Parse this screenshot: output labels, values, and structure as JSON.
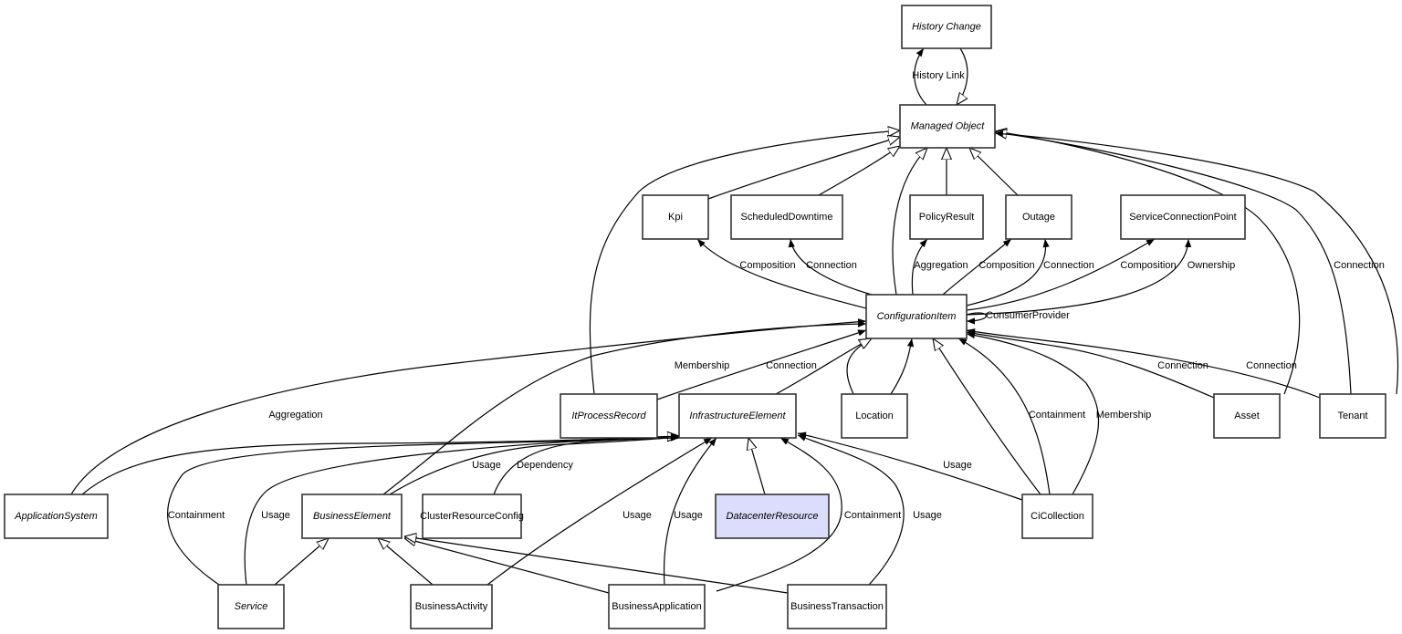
{
  "diagram": {
    "type": "class-relationship-diagram",
    "highlight_color": "#dcdcfc",
    "node_fill": "#ffffff",
    "nodes": [
      {
        "id": "history-change",
        "label": "History Change",
        "abstract": true
      },
      {
        "id": "managed-object",
        "label": "Managed Object",
        "abstract": true
      },
      {
        "id": "kpi",
        "label": "Kpi",
        "abstract": false
      },
      {
        "id": "scheduled-downtime",
        "label": "ScheduledDowntime",
        "abstract": false
      },
      {
        "id": "policy-result",
        "label": "PolicyResult",
        "abstract": false
      },
      {
        "id": "outage",
        "label": "Outage",
        "abstract": false
      },
      {
        "id": "service-connection-point",
        "label": "ServiceConnectionPoint",
        "abstract": false
      },
      {
        "id": "configuration-item",
        "label": "ConfigurationItem",
        "abstract": true
      },
      {
        "id": "it-process-record",
        "label": "ItProcessRecord",
        "abstract": true
      },
      {
        "id": "infrastructure-element",
        "label": "InfrastructureElement",
        "abstract": true
      },
      {
        "id": "location",
        "label": "Location",
        "abstract": false
      },
      {
        "id": "asset",
        "label": "Asset",
        "abstract": false
      },
      {
        "id": "tenant",
        "label": "Tenant",
        "abstract": false
      },
      {
        "id": "application-system",
        "label": "ApplicationSystem",
        "abstract": true
      },
      {
        "id": "business-element",
        "label": "BusinessElement",
        "abstract": true
      },
      {
        "id": "cluster-resource-config",
        "label": "ClusterResourceConfig",
        "abstract": false
      },
      {
        "id": "datacenter-resource",
        "label": "DatacenterResource",
        "abstract": true,
        "highlighted": true
      },
      {
        "id": "ci-collection",
        "label": "CiCollection",
        "abstract": false
      },
      {
        "id": "service",
        "label": "Service",
        "abstract": true
      },
      {
        "id": "business-activity",
        "label": "BusinessActivity",
        "abstract": false
      },
      {
        "id": "business-application",
        "label": "BusinessApplication",
        "abstract": false
      },
      {
        "id": "business-transaction",
        "label": "BusinessTransaction",
        "abstract": false
      }
    ],
    "edges": [
      {
        "from": "managed-object",
        "to": "history-change",
        "kind": "association",
        "label": "History Link"
      },
      {
        "from": "history-change",
        "to": "managed-object",
        "kind": "inheritance",
        "label": ""
      },
      {
        "from": "it-process-record",
        "to": "managed-object",
        "kind": "inheritance",
        "label": ""
      },
      {
        "from": "kpi",
        "to": "managed-object",
        "kind": "inheritance",
        "label": ""
      },
      {
        "from": "scheduled-downtime",
        "to": "managed-object",
        "kind": "inheritance",
        "label": ""
      },
      {
        "from": "configuration-item",
        "to": "managed-object",
        "kind": "inheritance",
        "label": ""
      },
      {
        "from": "policy-result",
        "to": "managed-object",
        "kind": "inheritance",
        "label": ""
      },
      {
        "from": "outage",
        "to": "managed-object",
        "kind": "inheritance",
        "label": ""
      },
      {
        "from": "asset",
        "to": "managed-object",
        "kind": "inheritance",
        "label": ""
      },
      {
        "from": "tenant",
        "to": "managed-object",
        "kind": "inheritance",
        "label": ""
      },
      {
        "from": "tenant",
        "to": "managed-object",
        "kind": "association",
        "label": "Connection"
      },
      {
        "from": "configuration-item",
        "to": "kpi",
        "kind": "association",
        "label": "Composition"
      },
      {
        "from": "configuration-item",
        "to": "scheduled-downtime",
        "kind": "association",
        "label": "Connection"
      },
      {
        "from": "configuration-item",
        "to": "policy-result",
        "kind": "association",
        "label": "Aggregation"
      },
      {
        "from": "configuration-item",
        "to": "outage",
        "kind": "association",
        "label": "Composition"
      },
      {
        "from": "configuration-item",
        "to": "outage",
        "kind": "association",
        "label": "Connection"
      },
      {
        "from": "configuration-item",
        "to": "service-connection-point",
        "kind": "association",
        "label": "Composition"
      },
      {
        "from": "configuration-item",
        "to": "service-connection-point",
        "kind": "association",
        "label": "Ownership"
      },
      {
        "from": "configuration-item",
        "to": "configuration-item",
        "kind": "association",
        "label": "ConsumerProvider"
      },
      {
        "from": "application-system",
        "to": "configuration-item",
        "kind": "association",
        "label": "Aggregation"
      },
      {
        "from": "business-element",
        "to": "configuration-item",
        "kind": "association",
        "label": "Membership"
      },
      {
        "from": "it-process-record",
        "to": "configuration-item",
        "kind": "association",
        "label": "Connection"
      },
      {
        "from": "infrastructure-element",
        "to": "configuration-item",
        "kind": "inheritance",
        "label": ""
      },
      {
        "from": "location",
        "to": "configuration-item",
        "kind": "inheritance",
        "label": ""
      },
      {
        "from": "location",
        "to": "configuration-item",
        "kind": "association",
        "label": "Membership"
      },
      {
        "from": "ci-collection",
        "to": "configuration-item",
        "kind": "inheritance",
        "label": ""
      },
      {
        "from": "ci-collection",
        "to": "configuration-item",
        "kind": "association",
        "label": "Containment"
      },
      {
        "from": "ci-collection",
        "to": "configuration-item",
        "kind": "association",
        "label": "Membership"
      },
      {
        "from": "asset",
        "to": "configuration-item",
        "kind": "association",
        "label": "Connection"
      },
      {
        "from": "tenant",
        "to": "configuration-item",
        "kind": "association",
        "label": "Connection"
      },
      {
        "from": "application-system",
        "to": "infrastructure-element",
        "kind": "inheritance",
        "label": ""
      },
      {
        "from": "service",
        "to": "infrastructure-element",
        "kind": "association",
        "label": "Containment"
      },
      {
        "from": "service",
        "to": "infrastructure-element",
        "kind": "association",
        "label": "Usage"
      },
      {
        "from": "business-element",
        "to": "infrastructure-element",
        "kind": "association",
        "label": "Usage"
      },
      {
        "from": "cluster-resource-config",
        "to": "infrastructure-element",
        "kind": "association",
        "label": "Dependency"
      },
      {
        "from": "business-activity",
        "to": "infrastructure-element",
        "kind": "association",
        "label": "Usage"
      },
      {
        "from": "business-application",
        "to": "infrastructure-element",
        "kind": "association",
        "label": "Usage"
      },
      {
        "from": "datacenter-resource",
        "to": "infrastructure-element",
        "kind": "inheritance",
        "label": ""
      },
      {
        "from": "business-application",
        "to": "infrastructure-element",
        "kind": "association",
        "label": "Containment"
      },
      {
        "from": "business-transaction",
        "to": "infrastructure-element",
        "kind": "association",
        "label": "Usage"
      },
      {
        "from": "ci-collection",
        "to": "infrastructure-element",
        "kind": "association",
        "label": "Usage"
      },
      {
        "from": "service",
        "to": "business-element",
        "kind": "inheritance",
        "label": ""
      },
      {
        "from": "business-activity",
        "to": "business-element",
        "kind": "inheritance",
        "label": ""
      },
      {
        "from": "business-application",
        "to": "business-element",
        "kind": "inheritance",
        "label": ""
      },
      {
        "from": "business-transaction",
        "to": "business-element",
        "kind": "inheritance",
        "label": ""
      }
    ]
  }
}
